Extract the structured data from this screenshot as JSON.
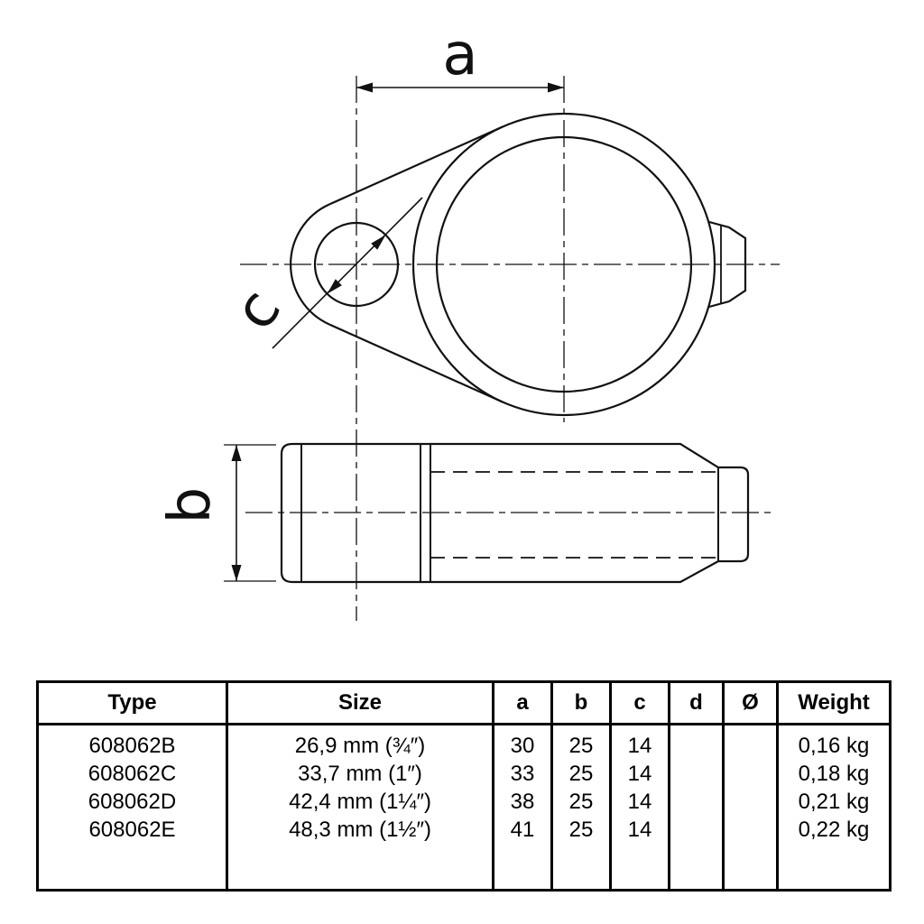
{
  "drawing": {
    "dim_a": "a",
    "dim_b": "b",
    "dim_c": "c"
  },
  "table": {
    "headers": [
      "Type",
      "Size",
      "a",
      "b",
      "c",
      "d",
      "Ø",
      "Weight"
    ],
    "rows": [
      {
        "type": "608062B",
        "size": "26,9 mm (¾″)",
        "a": "30",
        "b": "25",
        "c": "14",
        "d": "",
        "diameter": "",
        "weight": "0,16 kg"
      },
      {
        "type": "608062C",
        "size": "33,7 mm (1″)",
        "a": "33",
        "b": "25",
        "c": "14",
        "d": "",
        "diameter": "",
        "weight": "0,18 kg"
      },
      {
        "type": "608062D",
        "size": "42,4 mm (1¼″)",
        "a": "38",
        "b": "25",
        "c": "14",
        "d": "",
        "diameter": "",
        "weight": "0,21 kg"
      },
      {
        "type": "608062E",
        "size": "48,3 mm (1½″)",
        "a": "41",
        "b": "25",
        "c": "14",
        "d": "",
        "diameter": "",
        "weight": "0,22 kg"
      }
    ]
  },
  "colors": {
    "line": "#111111",
    "background": "#ffffff"
  }
}
